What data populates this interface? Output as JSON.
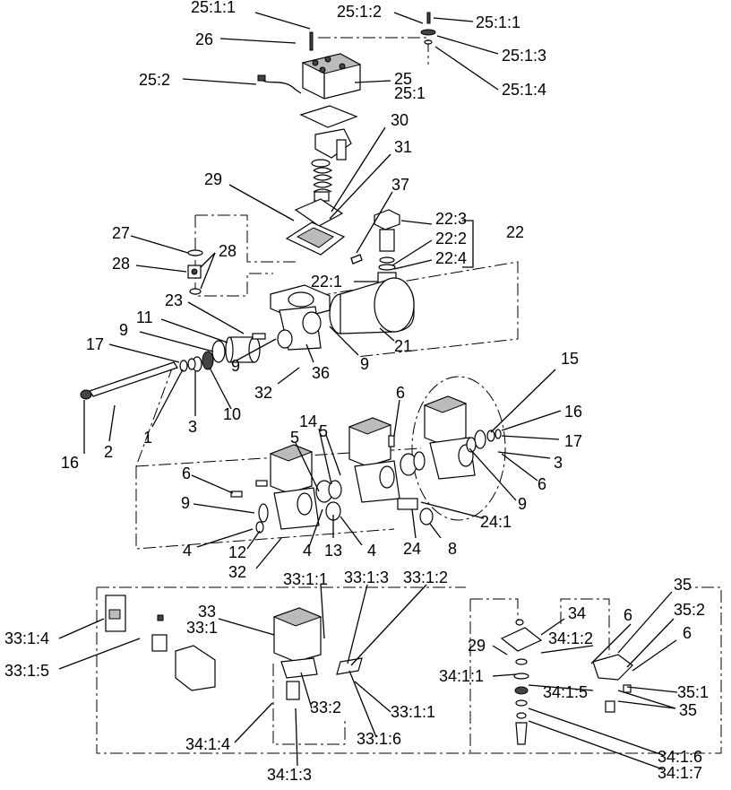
{
  "callouts": {
    "c_25_1_1_top": "25:1:1",
    "c_25_1_2": "25:1:2",
    "c_25_1_1_right": "25:1:1",
    "c_26": "26",
    "c_25_1_3": "25:1:3",
    "c_25_2": "25:2",
    "c_25": "25",
    "c_25_1": "25:1",
    "c_25_1_4": "25:1:4",
    "c_30": "30",
    "c_31": "31",
    "c_29_top": "29",
    "c_37": "37",
    "c_22_3": "22:3",
    "c_22": "22",
    "c_22_2": "22:2",
    "c_22_4": "22:4",
    "c_27": "27",
    "c_28_right": "28",
    "c_28_left": "28",
    "c_22_1": "22:1",
    "c_23": "23",
    "c_11": "11",
    "c_9_a": "9",
    "c_17_left": "17",
    "c_21": "21",
    "c_9_b": "9",
    "c_9_c": "9",
    "c_36": "36",
    "c_32_top": "32",
    "c_15": "15",
    "c_6_top": "6",
    "c_16_right": "16",
    "c_14": "14",
    "c_5_a": "5",
    "c_5_b": "5",
    "c_17_right": "17",
    "c_1": "1",
    "c_3_left": "3",
    "c_10": "10",
    "c_3_right": "3",
    "c_16_left": "16",
    "c_2": "2",
    "c_6_right": "6",
    "c_6_left": "6",
    "c_9_d": "9",
    "c_9_e": "9",
    "c_24_1": "24:1",
    "c_4_a": "4",
    "c_12": "12",
    "c_4_b": "4",
    "c_13": "13",
    "c_4_c": "4",
    "c_24": "24",
    "c_8": "8",
    "c_32_bottom": "32",
    "c_33_1_1_top": "33:1:1",
    "c_33_1_3": "33:1:3",
    "c_33_1_2": "33:1:2",
    "c_35_top": "35",
    "c_33": "33",
    "c_33_1": "33:1",
    "c_34": "34",
    "c_6_lower": "6",
    "c_35_2": "35:2",
    "c_33_1_4": "33:1:4",
    "c_29_lower": "29",
    "c_34_1_2": "34:1:2",
    "c_6_lower2": "6",
    "c_33_1_5": "33:1:5",
    "c_34_1_1": "34:1:1",
    "c_34_1_5": "34:1:5",
    "c_35_1": "35:1",
    "c_33_2": "33:2",
    "c_33_1_1_bottom": "33:1:1",
    "c_35_bottom": "35",
    "c_34_1_4": "34:1:4",
    "c_33_1_6": "33:1:6",
    "c_34_1_6": "34:1:6",
    "c_34_1_3": "34:1:3",
    "c_34_1_7": "34:1:7"
  }
}
